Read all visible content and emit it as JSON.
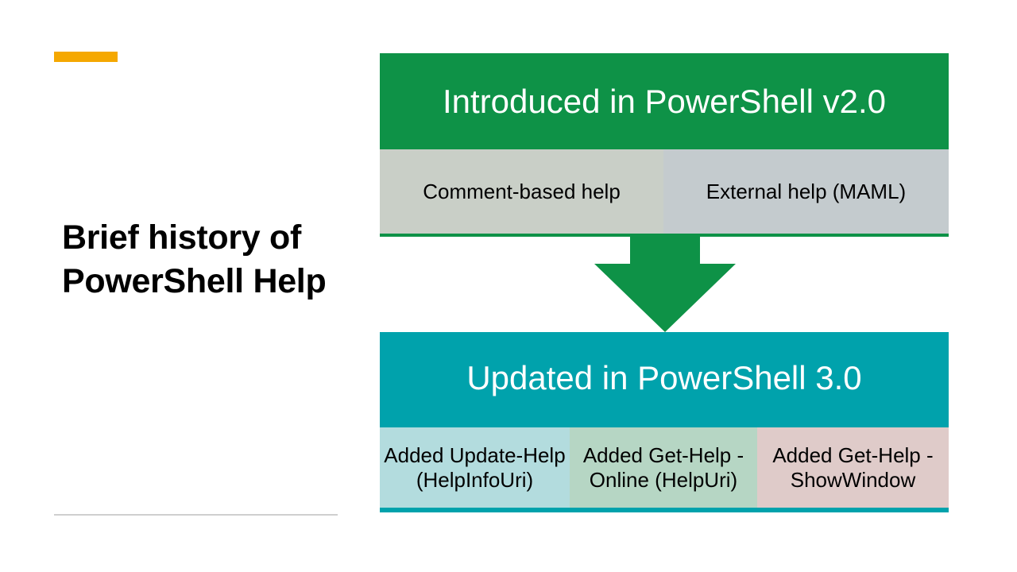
{
  "slide": {
    "title": "Brief history of PowerShell Help",
    "accent_color": "#F5A800",
    "footer_rule_color": "#CFCFCF"
  },
  "diagram": {
    "arrow_icon": "down-arrow-icon",
    "arrow_color": "#0E9247",
    "top": {
      "header": "Introduced in PowerShell v2.0",
      "header_bg": "#0E9247",
      "header_fg": "#FFFFFF",
      "cells": [
        {
          "label": "Comment-based help",
          "bg": "#C9CFC7"
        },
        {
          "label": "External help (MAML)",
          "bg": "#C4CBCE"
        }
      ]
    },
    "bottom": {
      "header": "Updated in PowerShell 3.0",
      "header_bg": "#00A2AC",
      "header_fg": "#FFFFFF",
      "cells": [
        {
          "label": "Added Update-Help (HelpInfoUri)",
          "bg": "#B3DCDE"
        },
        {
          "label": "Added Get-Help -Online (HelpUri)",
          "bg": "#B6D6C4"
        },
        {
          "label": "Added Get-Help -ShowWindow",
          "bg": "#DFCBC9"
        }
      ]
    }
  }
}
